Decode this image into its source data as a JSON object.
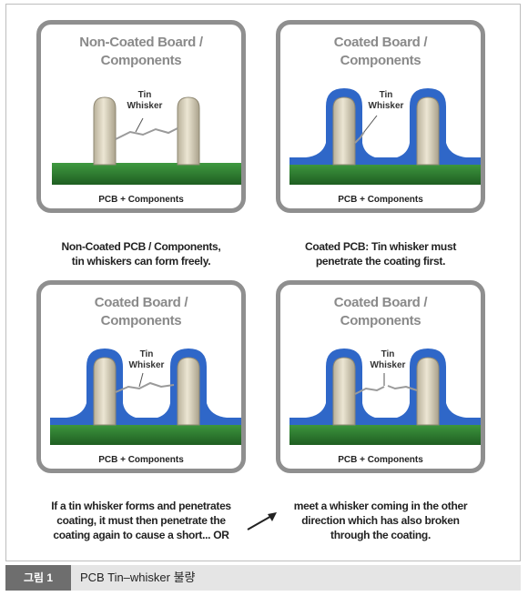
{
  "panels": [
    {
      "title_line1": "Non-Coated Board /",
      "title_line2": "Components",
      "whisker_label_1": "Tin",
      "whisker_label_2": "Whisker",
      "pcb_label": "PCB + Components"
    },
    {
      "title_line1": "Coated Board /",
      "title_line2": "Components",
      "whisker_label_1": "Tin",
      "whisker_label_2": "Whisker",
      "pcb_label": "PCB + Components"
    },
    {
      "title_line1": "Coated Board /",
      "title_line2": "Components",
      "whisker_label_1": "Tin",
      "whisker_label_2": "Whisker",
      "pcb_label": "PCB + Components"
    },
    {
      "title_line1": "Coated Board /",
      "title_line2": "Components",
      "whisker_label_1": "Tin",
      "whisker_label_2": "Whisker",
      "pcb_label": "PCB + Components"
    }
  ],
  "captions": {
    "top_left": [
      "Non-Coated PCB / Components,",
      "tin whiskers can form freely."
    ],
    "top_right": [
      "Coated PCB: Tin whisker must",
      "penetrate the coating first."
    ],
    "bottom_left": [
      "If a tin whisker forms and penetrates",
      "coating, it must then penetrate the",
      "coating again to cause a short... OR"
    ],
    "bottom_right": [
      "meet a whisker coming in the other",
      "direction which has also broken",
      "through the coating."
    ]
  },
  "figure": {
    "label": "그림 1",
    "title": "PCB Tin–whisker 불량"
  },
  "colors": {
    "pcb_green": "#2f7d32",
    "coating_blue": "#2f67c8",
    "component_tan": "#d9d2bd",
    "panel_border": "#8f8f8f"
  }
}
